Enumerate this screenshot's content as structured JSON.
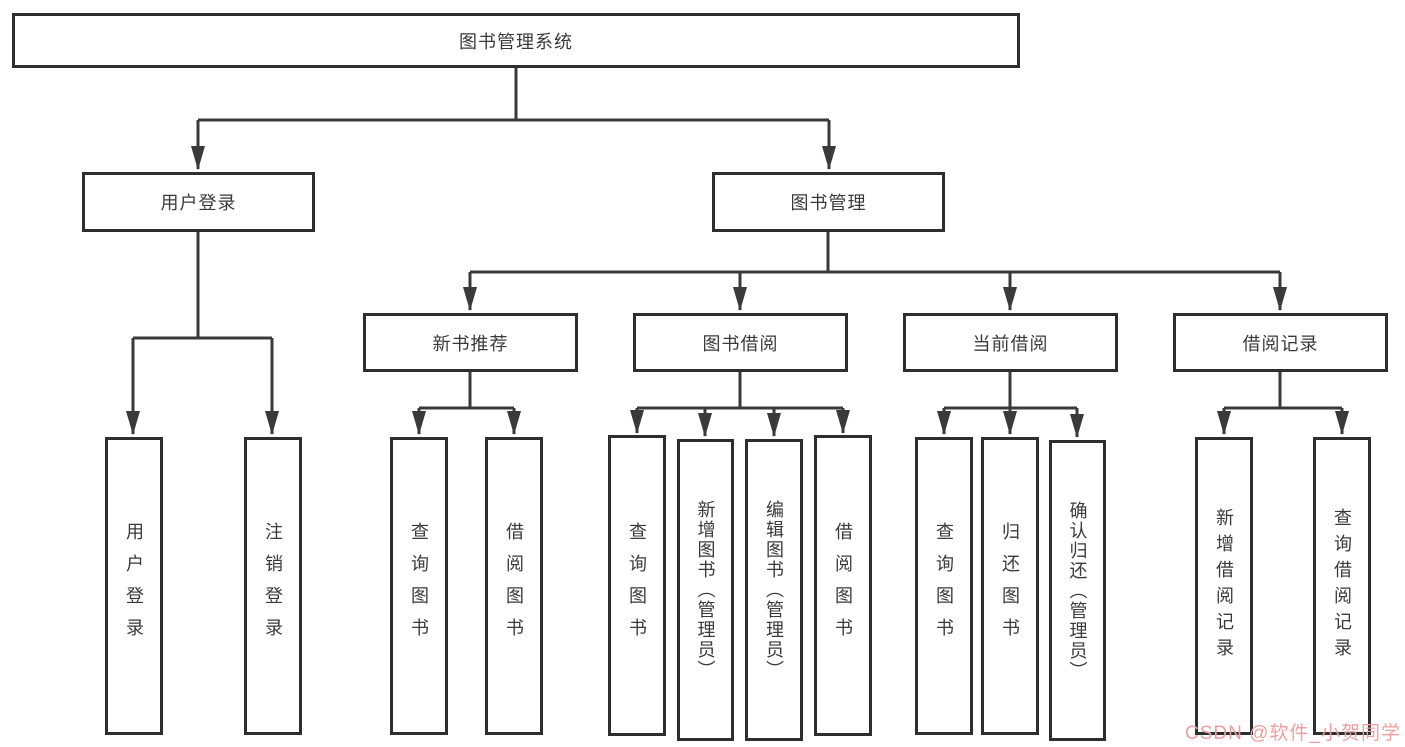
{
  "tree": {
    "label": "图书管理系统",
    "children": [
      {
        "label": "用户登录",
        "children": [
          {
            "label": "用户登录"
          },
          {
            "label": "注销登录"
          }
        ]
      },
      {
        "label": "图书管理",
        "children": [
          {
            "label": "新书推荐",
            "children": [
              {
                "label": "查询图书"
              },
              {
                "label": "借阅图书"
              }
            ]
          },
          {
            "label": "图书借阅",
            "children": [
              {
                "label": "查询图书"
              },
              {
                "label": "新增图书（管理员）"
              },
              {
                "label": "编辑图书（管理员）"
              },
              {
                "label": "借阅图书"
              }
            ]
          },
          {
            "label": "当前借阅",
            "children": [
              {
                "label": "查询图书"
              },
              {
                "label": "归还图书"
              },
              {
                "label": "确认归还（管理员）"
              }
            ]
          },
          {
            "label": "借阅记录",
            "children": [
              {
                "label": "新增借阅记录"
              },
              {
                "label": "查询借阅记录"
              }
            ]
          }
        ]
      }
    ]
  },
  "watermark": {
    "text": "CSDN @软件_小贺同学"
  },
  "colors": {
    "box_border": "#2e2e2e",
    "connector": "#3a3a3a",
    "text": "#3a3a3a",
    "watermark": "#ef9f9f",
    "background": "#ffffff"
  }
}
